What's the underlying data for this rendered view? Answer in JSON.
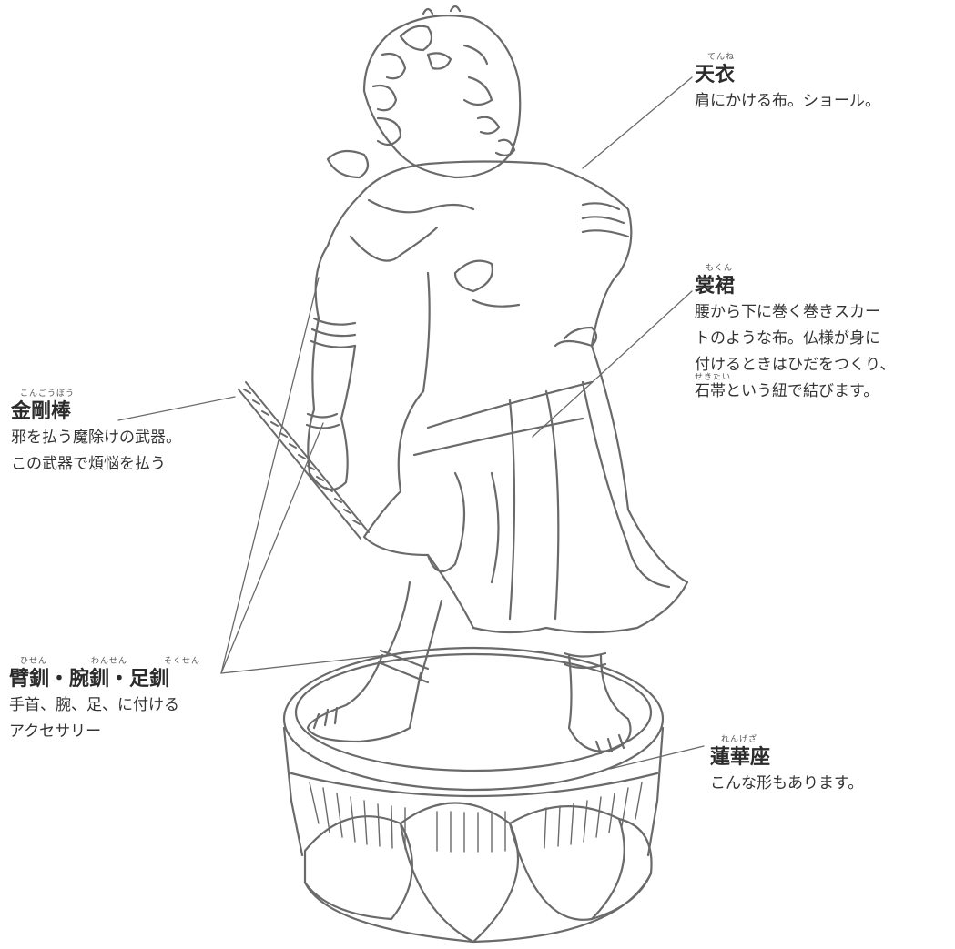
{
  "colors": {
    "line": "#6a6a6a",
    "text": "#333333"
  },
  "labels": {
    "tenne": {
      "ruby": "てんね",
      "title": "天衣",
      "desc": [
        "肩にかける布。ショール。"
      ]
    },
    "mokun": {
      "ruby": "もくん",
      "title": "裳裙",
      "desc": [
        "腰から下に巻く巻きスカー",
        "トのような布。仏様が身に",
        "付けるときはひだをつくり、",
        "石帯という紐で結びます。"
      ],
      "ruby_sekitai": "せきたい"
    },
    "kongobo": {
      "ruby": "こんごうぼう",
      "title": "金剛棒",
      "desc": [
        "邪を払う魔除けの武器。",
        "この武器で煩悩を払う"
      ]
    },
    "sen": {
      "ruby1": "ひせん",
      "ruby2": "わんせん",
      "ruby3": "そくせん",
      "title": "臂釧・腕釧・足釧",
      "desc": [
        "手首、腕、足、に付ける",
        "アクセサリー"
      ]
    },
    "rengeza": {
      "ruby": "れんげざ",
      "title": "蓮華座",
      "desc": [
        "こんな形もあります。"
      ]
    }
  }
}
